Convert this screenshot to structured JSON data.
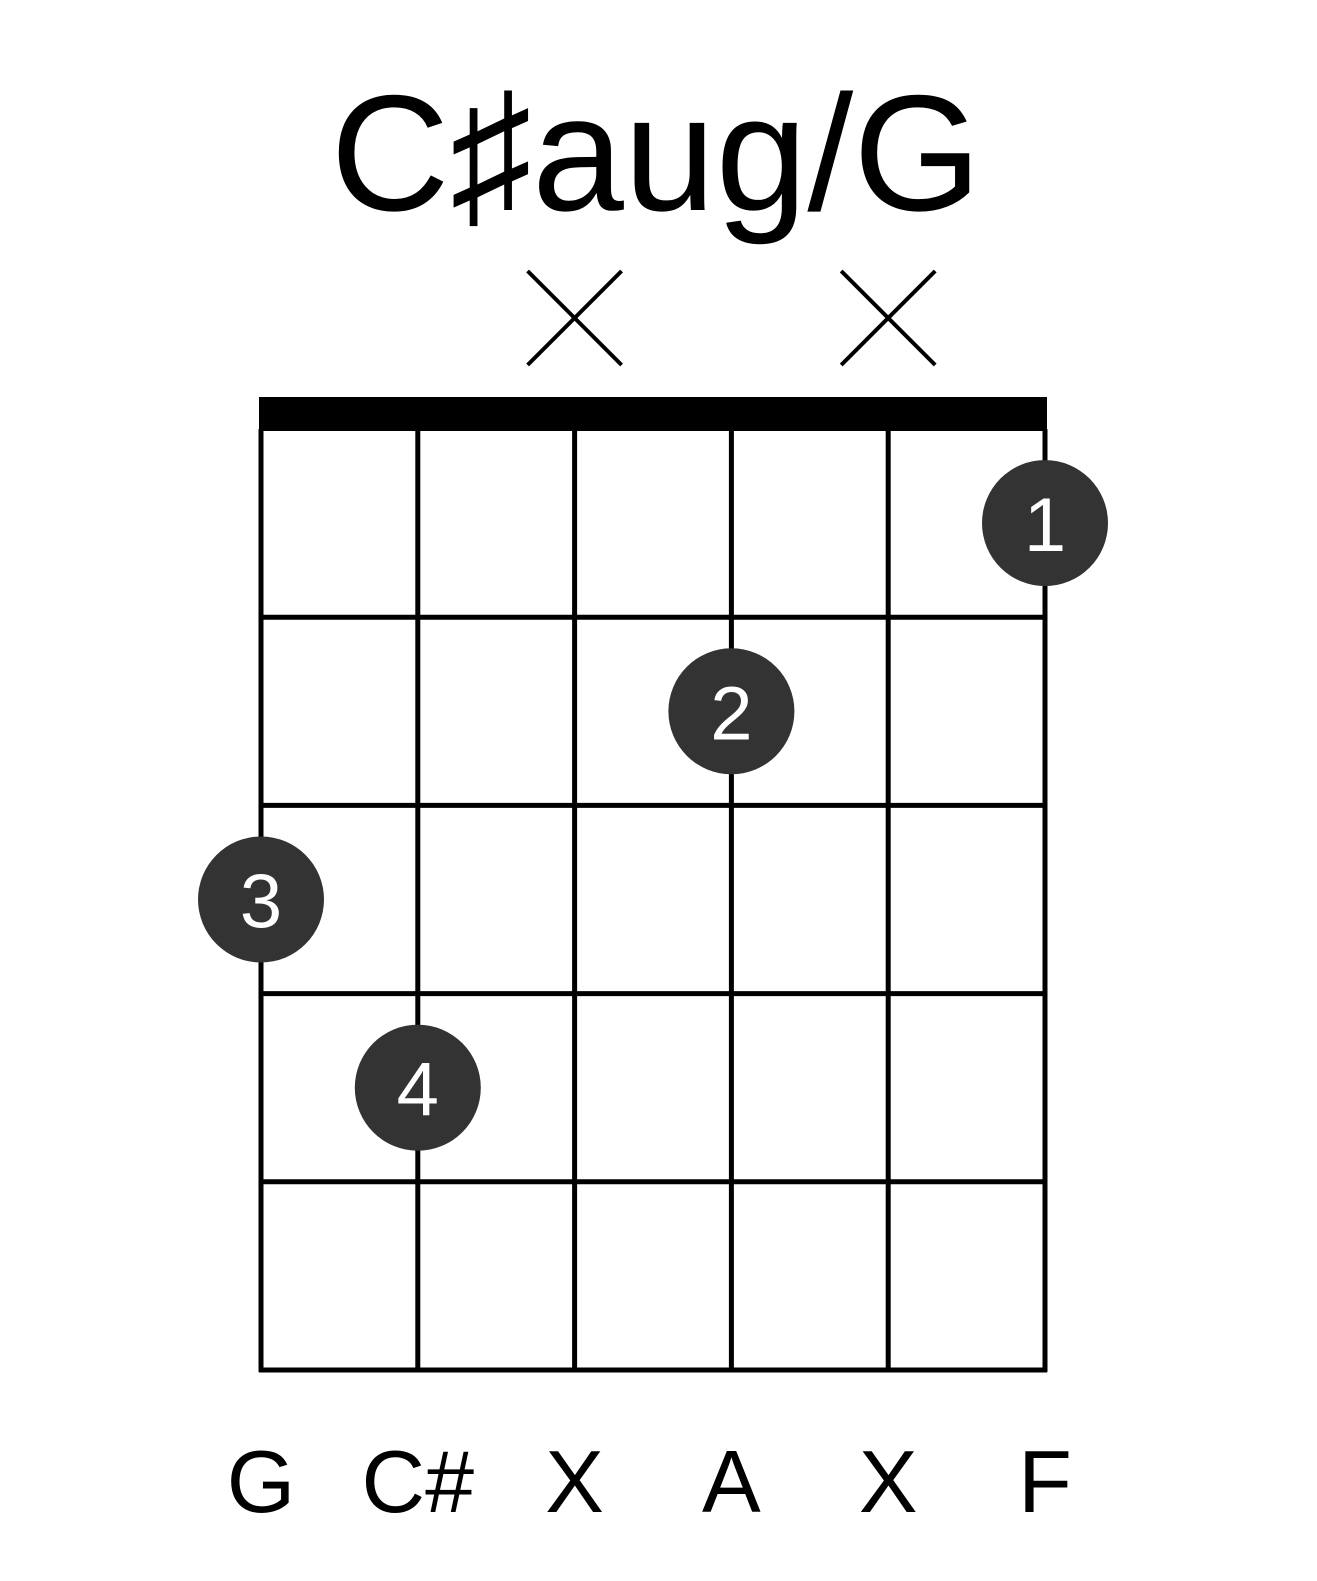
{
  "chord": {
    "name": "C♯aug/G",
    "strings": 6,
    "frets_shown": 5,
    "muted_strings": [
      3,
      5
    ],
    "fingers": [
      {
        "string": 6,
        "fret": 1,
        "label": "1"
      },
      {
        "string": 4,
        "fret": 2,
        "label": "2"
      },
      {
        "string": 1,
        "fret": 3,
        "label": "3"
      },
      {
        "string": 2,
        "fret": 4,
        "label": "4"
      }
    ],
    "string_notes": [
      "G",
      "C#",
      "X",
      "A",
      "X",
      "F"
    ]
  },
  "colors": {
    "line": "#000000",
    "dot": "#333333",
    "dot_text": "#ffffff",
    "background": "#ffffff"
  },
  "icons": {
    "muted": "x-mute-icon",
    "nut": "nut-bar"
  }
}
